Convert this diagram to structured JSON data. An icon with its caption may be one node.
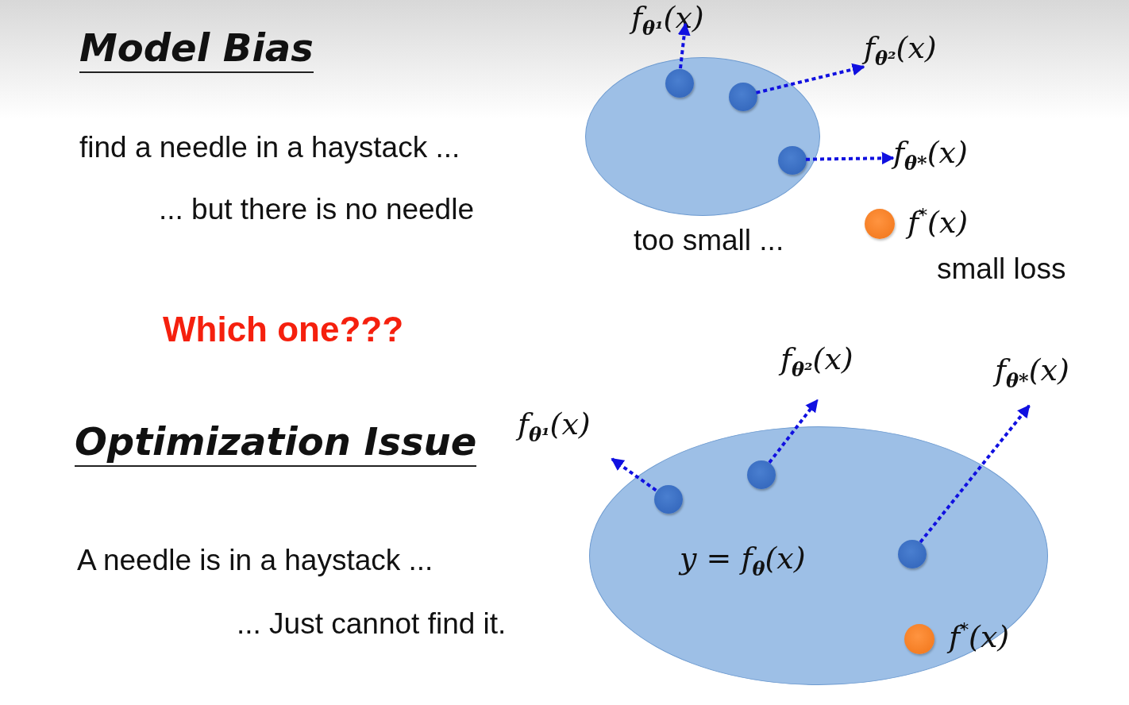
{
  "diagram": {
    "nodes": [
      {
        "text": [],
        "shape": "ellipse",
        "beside": [
          "too small ..."
        ]
      },
      {
        "text": [],
        "shape": "circle",
        "in": 0
      },
      {
        "text": [],
        "shape": "circle",
        "in": 0
      },
      {
        "text": [],
        "shape": "circle",
        "in": 0
      },
      {
        "text": [
          "f$_{θ¹}$(x)"
        ]
      },
      {
        "text": [
          "f$_{θ²}$(x)"
        ]
      },
      {
        "text": [
          "f$_{θ*}$(x)"
        ]
      },
      {
        "text": [],
        "shape": "circle",
        "beside": [
          "f$^{*}$(x)",
          "small loss"
        ]
      },
      {
        "text": [
          "y = f$_{θ}$(x)"
        ]
      },
      {
        "text": [],
        "shape": "circle",
        "in": 8
      },
      {
        "text": [],
        "shape": "circle",
        "in": 8
      },
      {
        "text": [],
        "shape": "circle",
        "in": 8
      },
      {
        "text": [],
        "shape": "circle",
        "in": 8,
        "beside": [
          "f$^{*}$(x)"
        ]
      },
      {
        "text": [
          "f$_{θ¹}$(x)"
        ]
      },
      {
        "text": [
          "f$_{θ²}$(x)"
        ]
      },
      {
        "text": [
          "f$_{θ*}$(x)"
        ]
      }
    ],
    "edges": [
      {
        "from": 1,
        "to": 4,
        "arrow": "to"
      },
      {
        "from": 2,
        "to": 5,
        "arrow": "to"
      },
      {
        "from": 3,
        "to": 6,
        "arrow": "to"
      },
      {
        "from": 9,
        "to": 13,
        "arrow": "to"
      },
      {
        "from": 10,
        "to": 14,
        "arrow": "to"
      },
      {
        "from": 11,
        "to": 15,
        "arrow": "to"
      }
    ],
    "labels": [
      "Model Bias",
      "find a needle in a haystack ...",
      "... but there is no needle",
      "Which one???",
      "Optimization Issue",
      "A needle is in a haystack ...",
      "... Just cannot find it."
    ]
  }
}
